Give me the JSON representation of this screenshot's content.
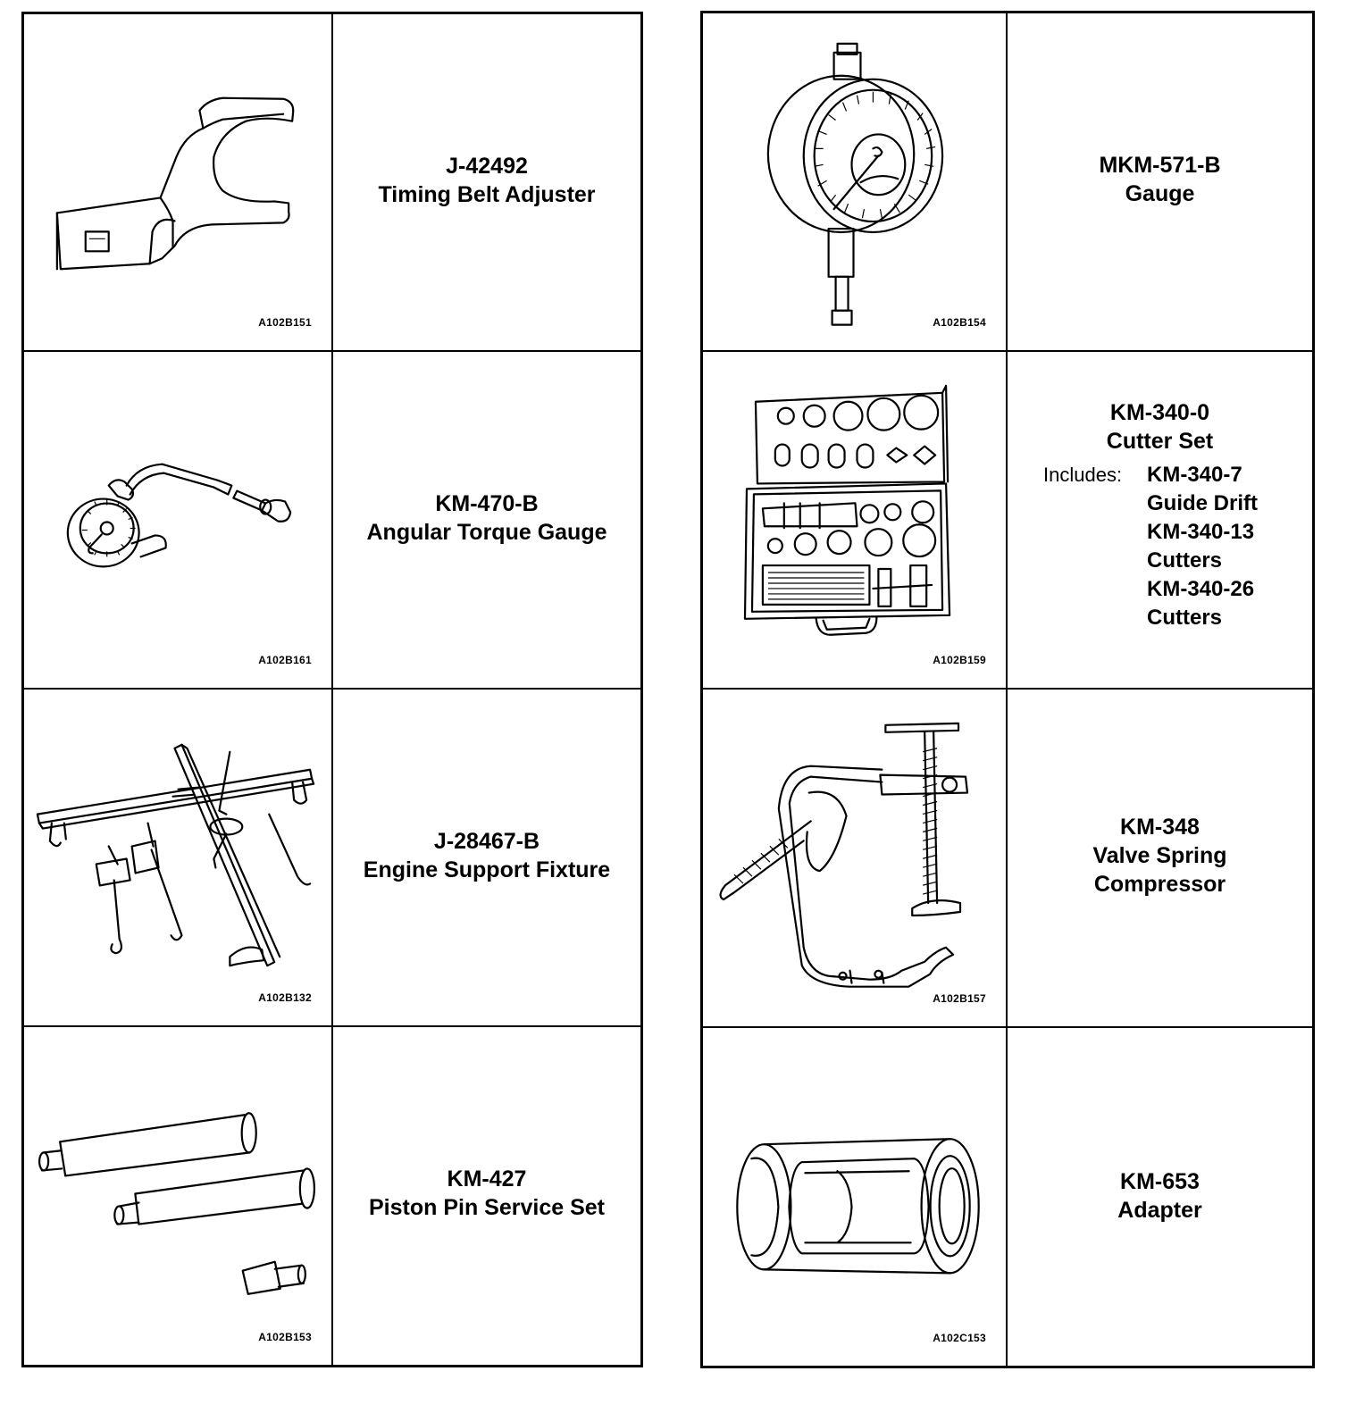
{
  "left_table": [
    {
      "code": "J-42492",
      "name": "Timing Belt Adjuster",
      "figure": "A102B151",
      "icon": "timing-belt-adjuster-icon"
    },
    {
      "code": "KM-470-B",
      "name": "Angular Torque Gauge",
      "figure": "A102B161",
      "icon": "angular-torque-gauge-icon"
    },
    {
      "code": "J-28467-B",
      "name": "Engine Support Fixture",
      "figure": "A102B132",
      "icon": "engine-support-fixture-icon"
    },
    {
      "code": "KM-427",
      "name": "Piston Pin Service Set",
      "figure": "A102B153",
      "icon": "piston-pin-service-set-icon"
    }
  ],
  "right_table": [
    {
      "code": "MKM-571-B",
      "name": "Gauge",
      "figure": "A102B154",
      "icon": "dial-gauge-icon"
    },
    {
      "code": "KM-340-0",
      "name": "Cutter Set",
      "figure": "A102B159",
      "icon": "cutter-set-case-icon",
      "includes_label": "Includes:",
      "includes": [
        "KM-340-7",
        "Guide Drift",
        "KM-340-13",
        "Cutters",
        "KM-340-26",
        "Cutters"
      ]
    },
    {
      "code": "KM-348",
      "name_lines": [
        "Valve Spring",
        "Compressor"
      ],
      "figure": "A102B157",
      "icon": "valve-spring-compressor-icon"
    },
    {
      "code": "KM-653",
      "name": "Adapter",
      "figure": "A102C153",
      "icon": "adapter-icon"
    }
  ]
}
